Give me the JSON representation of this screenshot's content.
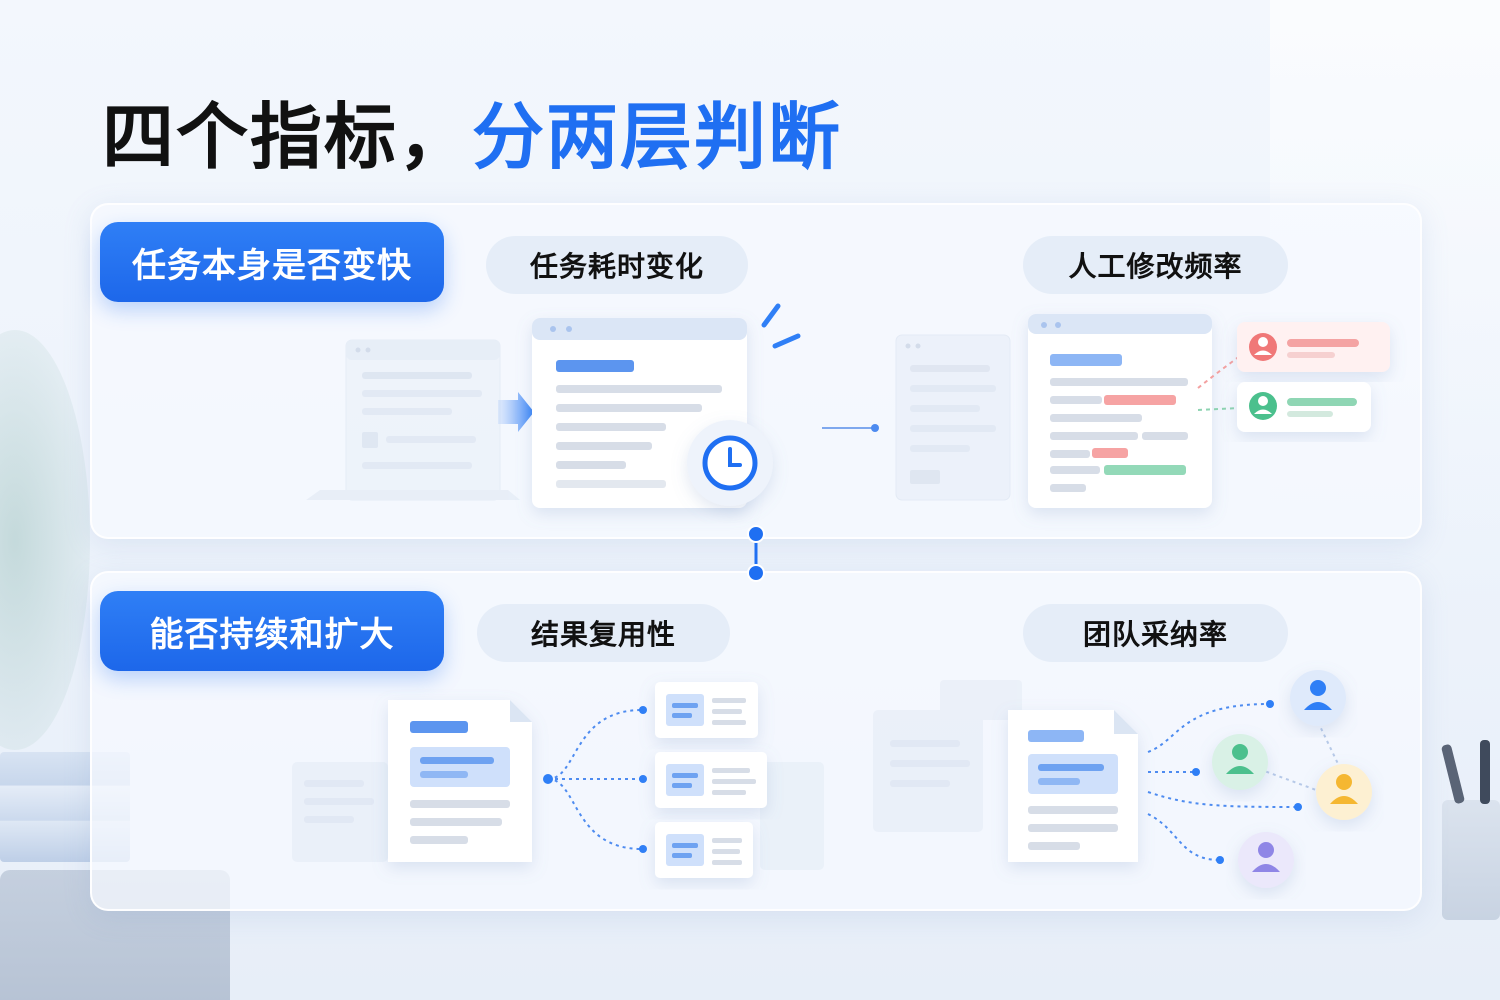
{
  "title": {
    "main": "四个指标，",
    "accent": "分两层判断"
  },
  "layers": [
    {
      "category": "任务本身是否变快",
      "metrics": [
        "任务耗时变化",
        "人工修改频率"
      ]
    },
    {
      "category": "能否持续和扩大",
      "metrics": [
        "结果复用性",
        "团队采纳率"
      ]
    }
  ],
  "icons": [
    "clock-icon",
    "arrow-right-icon",
    "user-icon"
  ],
  "colors": {
    "accent": "#1f6ff2",
    "error": "#f07878",
    "success": "#4cc08d",
    "warning": "#f5b731",
    "purple": "#8f86e6"
  }
}
